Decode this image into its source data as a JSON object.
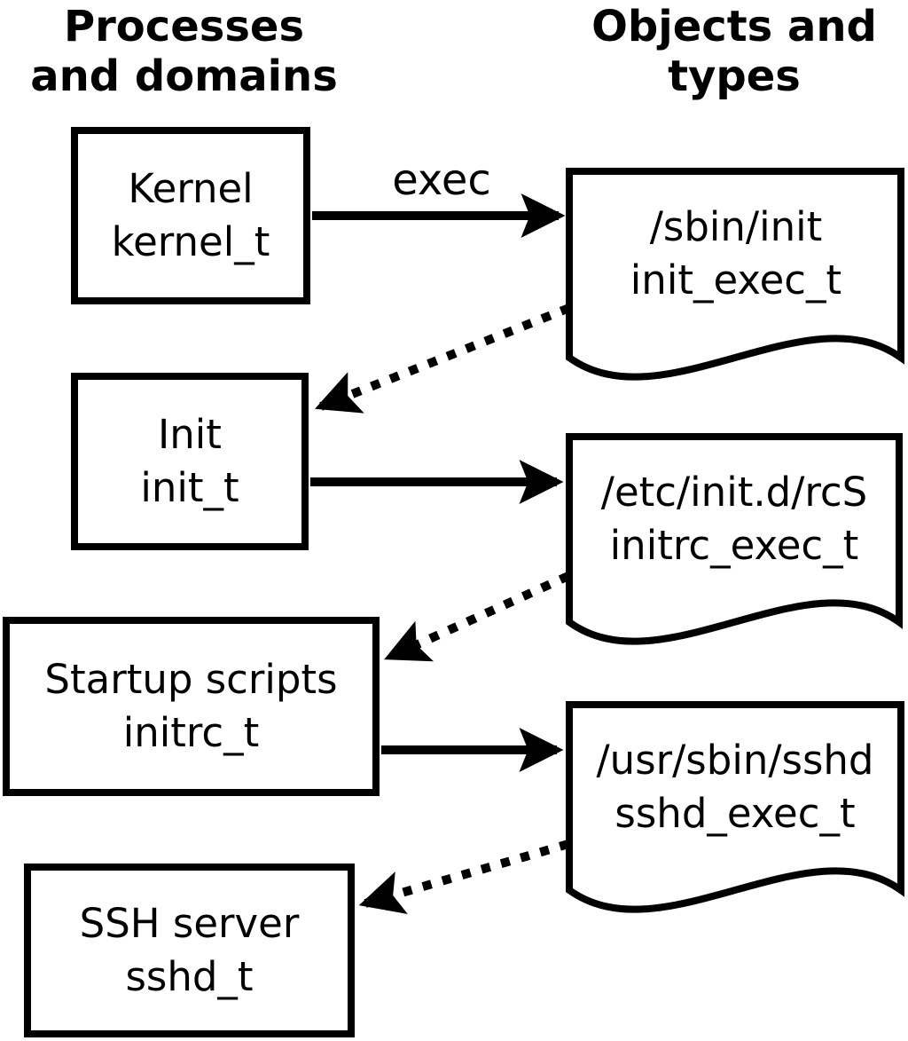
{
  "headers": {
    "left": {
      "line1": "Processes",
      "line2": "and domains"
    },
    "right": {
      "line1": "Objects and",
      "line2": "types"
    }
  },
  "arrow_labels": {
    "exec": "exec"
  },
  "processes": [
    {
      "name": "Kernel",
      "type": "kernel_t"
    },
    {
      "name": "Init",
      "type": "init_t"
    },
    {
      "name": "Startup scripts",
      "type": "initrc_t"
    },
    {
      "name": "SSH server",
      "type": "sshd_t"
    }
  ],
  "objects": [
    {
      "path": "/sbin/init",
      "type": "init_exec_t"
    },
    {
      "path": "/etc/init.d/rcS",
      "type": "initrc_exec_t"
    },
    {
      "path": "/usr/sbin/sshd",
      "type": "sshd_exec_t"
    }
  ],
  "colors": {
    "line": "#000000",
    "background": "#ffffff"
  }
}
